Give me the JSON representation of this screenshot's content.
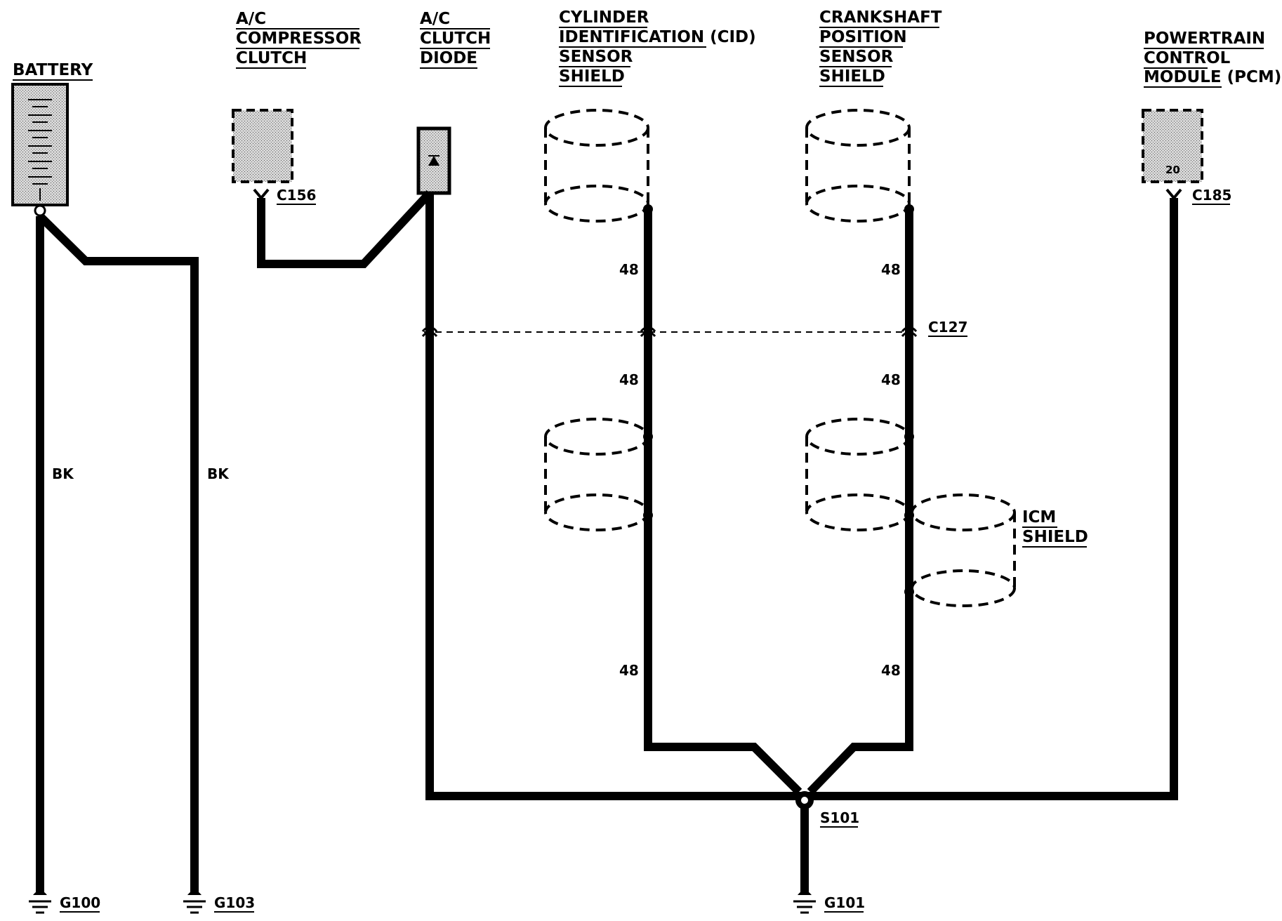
{
  "components": {
    "battery": {
      "label": "BATTERY"
    },
    "ac_compressor_clutch": {
      "lines": [
        "A/C",
        "COMPRESSOR",
        "CLUTCH"
      ]
    },
    "ac_clutch_diode": {
      "lines": [
        "A/C",
        "CLUTCH",
        "DIODE"
      ]
    },
    "cid_sensor_shield": {
      "lines": [
        "CYLINDER",
        "IDENTIFICATION (CID)",
        "SENSOR",
        "SHIELD"
      ]
    },
    "ckp_sensor_shield": {
      "lines": [
        "CRANKSHAFT",
        "POSITION",
        "SENSOR",
        "SHIELD"
      ]
    },
    "pcm": {
      "lines": [
        "POWERTRAIN",
        "CONTROL",
        "MODULE (PCM)"
      ],
      "pin": "20"
    },
    "icm_shield": {
      "lines": [
        "ICM",
        "SHIELD"
      ]
    }
  },
  "connectors": {
    "c156": "C156",
    "c127": "C127",
    "c185": "C185"
  },
  "splice": "S101",
  "grounds": {
    "g100": "G100",
    "g103": "G103",
    "g101": "G101"
  },
  "wire_labels": {
    "bk_1": "BK",
    "bk_2": "BK",
    "cid_upper": "48",
    "cid_middle": "48",
    "cid_lower": "48",
    "ckp_upper": "48",
    "ckp_middle": "48",
    "ckp_lower": "48"
  },
  "colors": {
    "ink": "#000000",
    "component_fill": "#cfcfcf",
    "background": "#ffffff"
  }
}
